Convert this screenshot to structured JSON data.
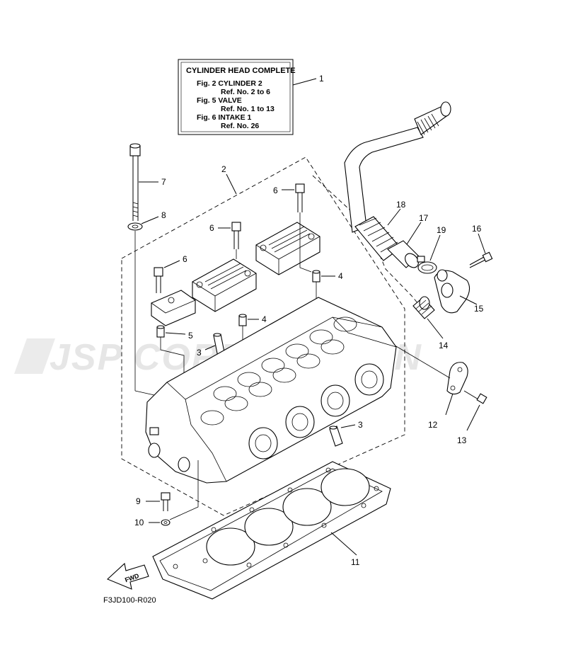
{
  "legend": {
    "title": "CYLINDER HEAD COMPLETE",
    "lines": [
      {
        "fig": "Fig. 2 CYLINDER 2",
        "ref": "Ref. No. 2 to 6"
      },
      {
        "fig": "Fig. 5 VALVE",
        "ref": "Ref. No. 1 to 13"
      },
      {
        "fig": "Fig. 6 INTAKE 1",
        "ref": "Ref. No. 26"
      }
    ]
  },
  "callouts": {
    "c1": "1",
    "c2": "2",
    "c3a": "3",
    "c3b": "3",
    "c4a": "4",
    "c4b": "4",
    "c5": "5",
    "c6a": "6",
    "c6b": "6",
    "c6c": "6",
    "c7": "7",
    "c8": "8",
    "c9": "9",
    "c10": "10",
    "c11": "11",
    "c12": "12",
    "c13": "13",
    "c14": "14",
    "c15": "15",
    "c16": "16",
    "c17": "17",
    "c18": "18",
    "c19": "19"
  },
  "watermark": "JSP CORPORATION",
  "fwd_label": "FWD",
  "diagram_code": "F3JD100-R020"
}
